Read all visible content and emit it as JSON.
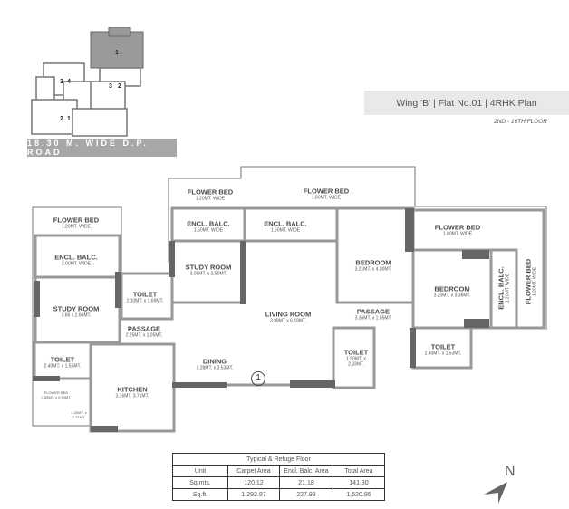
{
  "header": {
    "title": "Wing 'B' |  Flat No.01  |  4RHK Plan",
    "floor_range": "2ND - 16TH FLOOR",
    "road": "18.30 M. WIDE D.P. ROAD"
  },
  "key_plan": {
    "unit_numbers": [
      "1",
      "3",
      "4",
      "3",
      "2",
      "2",
      "1"
    ]
  },
  "rooms": [
    {
      "name": "FLOWER BED",
      "dim": "1.20MT. WIDE"
    },
    {
      "name": "ENCL. BALC.",
      "dim": "2.00MT. WIDE"
    },
    {
      "name": "STUDY ROOM",
      "dim": "3.66 x 2.60MT."
    },
    {
      "name": "TOILET",
      "dim": "2.10MT. x 1.69MT."
    },
    {
      "name": "PASSAGE",
      "dim": "2.25MT. x 1.05MT."
    },
    {
      "name": "TOILET",
      "dim": "2.40MT. x 1.55MT."
    },
    {
      "name": "FLOWER BED",
      "dim": "2.55MT. x 0.90MT."
    },
    {
      "name": "",
      "dim": "1.20MT. x 1.31MT."
    },
    {
      "name": "KITCHEN",
      "dim": "3.36MT. 3.71MT."
    },
    {
      "name": "FLOWER BED",
      "dim": "1.20MT. WIDE"
    },
    {
      "name": "ENCL. BALC.",
      "dim": "1.50MT. WIDE"
    },
    {
      "name": "STUDY ROOM",
      "dim": "3.05MT. x 2.50MT."
    },
    {
      "name": "DINING",
      "dim": "3.28MT. x 3.53MT."
    },
    {
      "name": "FLOWER BED",
      "dim": "1.80MT. WIDE"
    },
    {
      "name": "ENCL. BALC.",
      "dim": "1.50MT. WIDE"
    },
    {
      "name": "LIVING ROOM",
      "dim": "3.98MT x 6.18MT."
    },
    {
      "name": "BEDROOM",
      "dim": "3.21MT. x 4.00MT."
    },
    {
      "name": "PASSAGE",
      "dim": "3.36MT. x 1.05MT."
    },
    {
      "name": "TOILET",
      "dim": "1.50MT. x 2.33MT."
    },
    {
      "name": "FLOWER BED",
      "dim": "1.80MT. WIDE"
    },
    {
      "name": "BEDROOM",
      "dim": "3.20MT. x 3.36MT."
    },
    {
      "name": "ENCL. BALC.",
      "dim": "1.20MT. WIDE"
    },
    {
      "name": "FLOWER BED",
      "dim": "1.20MT. WIDE"
    },
    {
      "name": "TOILET",
      "dim": "2.40MT. x 1.53MT."
    }
  ],
  "unit_marker": "1",
  "area_table": {
    "title": "Typical & Refuge Floor",
    "headers": [
      "Unit",
      "Carpet Area",
      "Encl. Balc. Area",
      "Total Area"
    ],
    "rows": [
      [
        "Sq.mts.",
        "120.12",
        "21.18",
        "141.30"
      ],
      [
        "Sq.ft.",
        "1,292.97",
        "227.98",
        "1,520.95"
      ]
    ]
  },
  "compass": {
    "label": "N"
  }
}
